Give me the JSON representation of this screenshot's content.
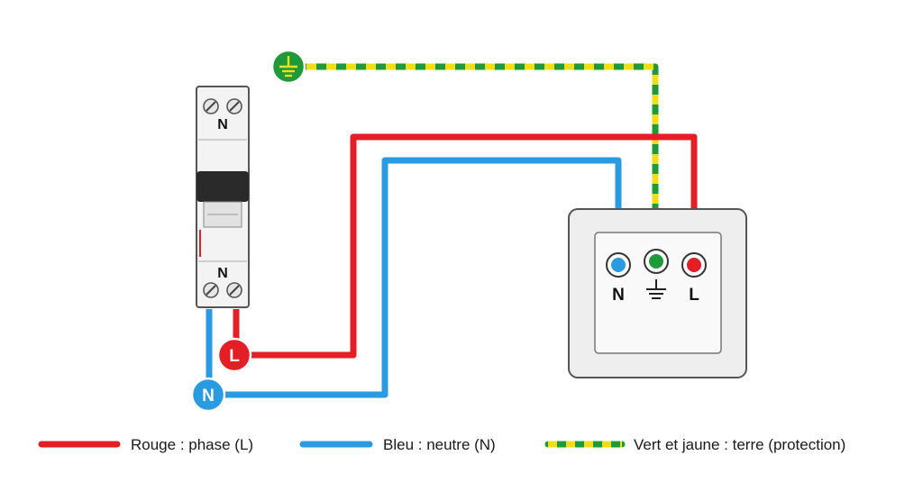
{
  "colors": {
    "phase": "#e31e24",
    "neutral": "#2a9be0",
    "earth_green": "#1f9a3a",
    "earth_yellow": "#f2dd1a",
    "outline": "#555555",
    "plate": "#f1f1f1"
  },
  "breaker": {
    "top_label": "N",
    "bottom_label": "N"
  },
  "badges": {
    "earth_icon": "earth-ground-icon",
    "phase": "L",
    "neutral": "N"
  },
  "outlet": {
    "terminals": [
      {
        "label": "N",
        "wire": "neutral"
      },
      {
        "label": "⏚",
        "wire": "earth"
      },
      {
        "label": "L",
        "wire": "phase"
      }
    ]
  },
  "legend": [
    {
      "text": "Rouge : phase (L)",
      "wire": "phase"
    },
    {
      "text": "Bleu : neutre (N)",
      "wire": "neutral"
    },
    {
      "text": "Vert et jaune : terre (protection)",
      "wire": "earth"
    }
  ]
}
